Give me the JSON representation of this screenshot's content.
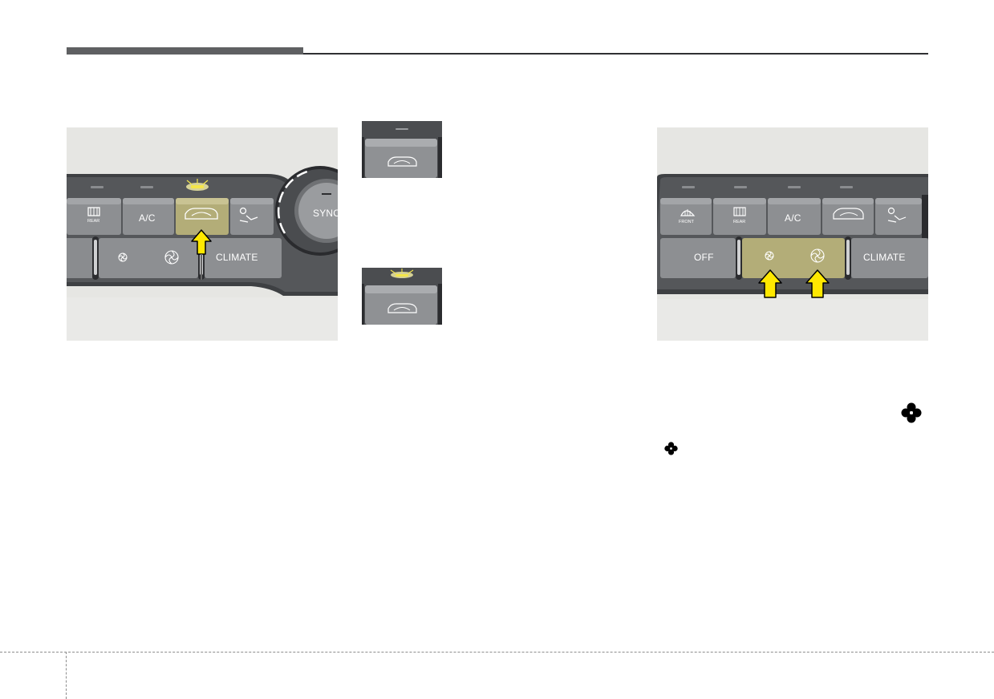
{
  "header": {
    "rule_color": "#5f6062"
  },
  "figure_left": {
    "buttons": {
      "rear_defrost_sub": "REAR",
      "ac": "A/C",
      "climate": "CLIMATE",
      "sync": "SYNC"
    },
    "indicator_color": "#f4e64a",
    "highlight_color": "#b3ad78",
    "arrow_color": "#ffe800",
    "recirc_icon": "air-recirculation-icon"
  },
  "inset_off": {
    "state": "indicator off",
    "icon": "air-recirculation-icon"
  },
  "inset_on": {
    "state": "indicator on",
    "icon": "air-recirculation-icon",
    "indicator_color": "#f4e64a"
  },
  "figure_right": {
    "buttons": {
      "front_defrost_sub": "FRONT",
      "rear_defrost_sub": "REAR",
      "ac": "A/C",
      "off": "OFF",
      "climate": "CLIMATE"
    },
    "highlight_color": "#b3ad78",
    "arrow_color": "#ffe800"
  },
  "body_icons": {
    "fan_high": "fan-high-icon",
    "fan_low": "fan-low-icon"
  }
}
